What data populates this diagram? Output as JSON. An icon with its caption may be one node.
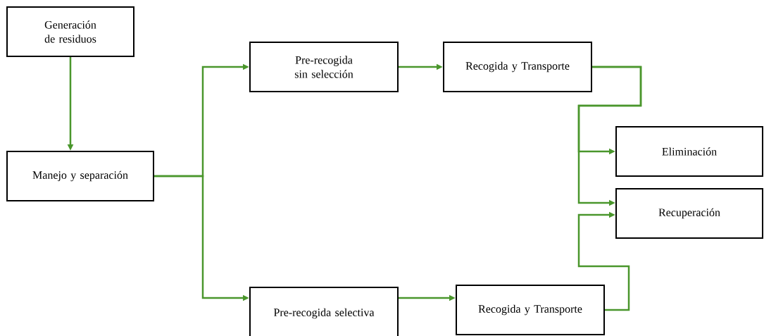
{
  "diagram": {
    "nodes": [
      {
        "text": [
          "Generación de residuos"
        ]
      },
      {
        "text": [
          "Manejo y separación"
        ]
      },
      {
        "text": [
          "Pre-recogida sin selección"
        ]
      },
      {
        "text": [
          "Recogida y Transporte"
        ]
      },
      {
        "text": [
          "Eliminación"
        ]
      },
      {
        "text": [
          "Recuperación"
        ]
      },
      {
        "text": [
          "Pre-recogida selectiva"
        ]
      },
      {
        "text": [
          "Recogida y Transporte"
        ]
      }
    ],
    "edges": [
      {
        "from": 0,
        "to": 1,
        "arrow": "to"
      },
      {
        "from": 1,
        "to": 2,
        "arrow": "to"
      },
      {
        "from": 1,
        "to": 6,
        "arrow": "to"
      },
      {
        "from": 2,
        "to": 3,
        "arrow": "to"
      },
      {
        "from": 3,
        "to": 4,
        "arrow": "to"
      },
      {
        "from": 3,
        "to": 5,
        "arrow": "to"
      },
      {
        "from": 6,
        "to": 7,
        "arrow": "to"
      },
      {
        "from": 7,
        "to": 5,
        "arrow": "to"
      }
    ]
  }
}
